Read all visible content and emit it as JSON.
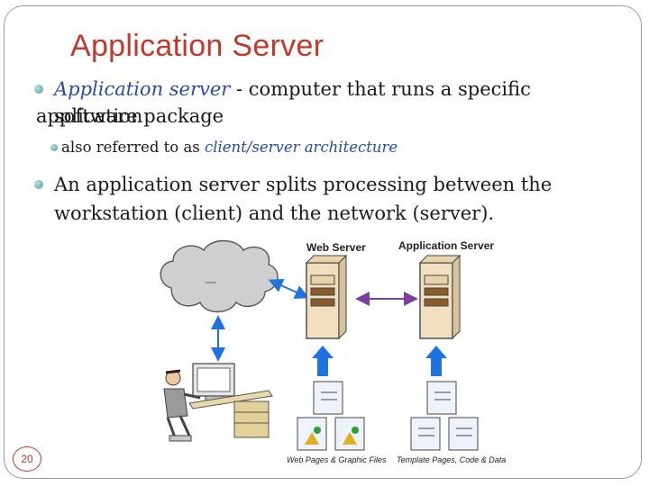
{
  "slide": {
    "title": "Application Server",
    "bullet1": {
      "term": "Application server",
      "text_line1": " - computer that runs a specific application",
      "text_line2": "software package"
    },
    "sub_bullet": {
      "prefix": "also referred to as ",
      "term": "client/server architecture"
    },
    "bullet2": {
      "line1": "An application server splits processing between the",
      "line2": "workstation (client) and the network (server)."
    },
    "page_number": "20"
  },
  "diagram": {
    "web_server_label": "Web Server",
    "app_server_label": "Application Server",
    "web_pages_caption": "Web Pages & Graphic Files",
    "template_caption": "Template Pages, Code & Data"
  },
  "colors": {
    "title": "#c0392b",
    "accent_text": "#2a4aa8",
    "arrow_blue": "#1e73e0",
    "bidir_purple": "#7a3fa0"
  }
}
